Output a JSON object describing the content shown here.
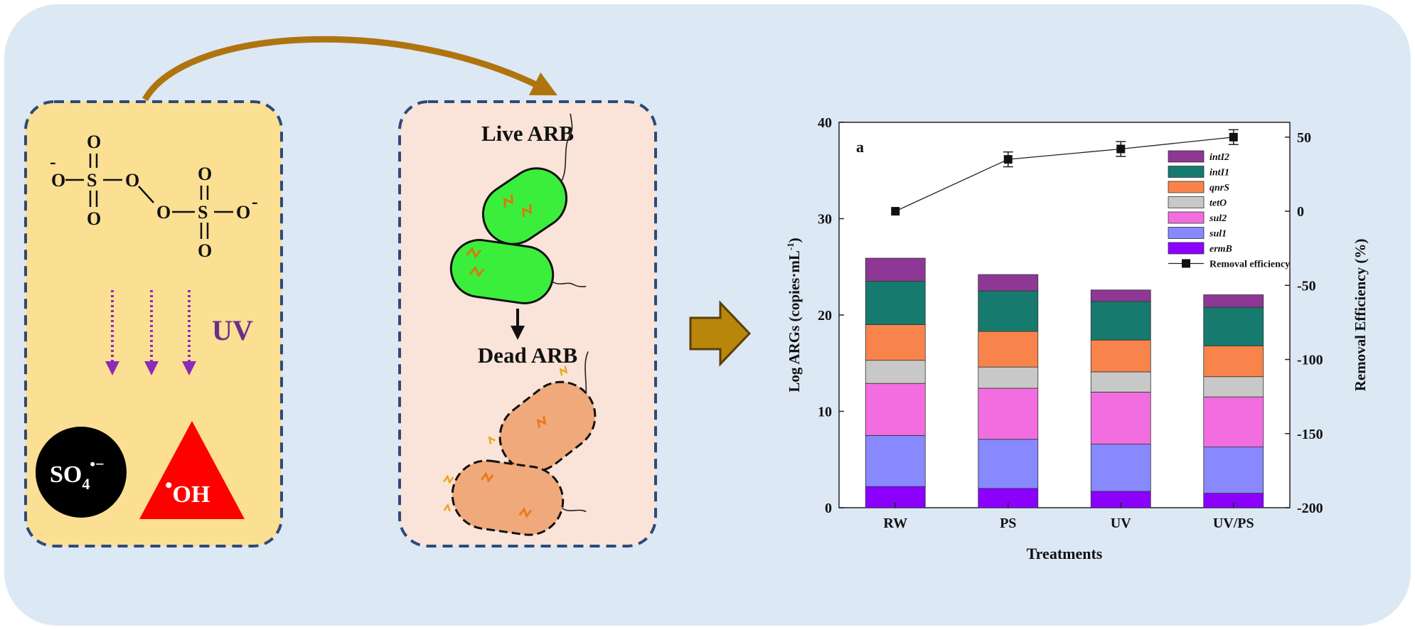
{
  "colors": {
    "background": "#dde8f5",
    "left_panel": "#fbdf93",
    "middle_panel": "#fae3d8",
    "dashed_border": "#2d4a7a",
    "process_arrow": "#b0740f",
    "uv_arrow": "#8d2bb6",
    "big_arrow": "#b8860b",
    "live_cell": "#3cee3c",
    "dead_cell": "#f0a97b",
    "dna_live": "#d77a0c",
    "dna_dead": "#e87a1c",
    "radical_circle": "#000000",
    "radical_triangle": "#ff0000"
  },
  "left_panel": {
    "persulfate": {
      "o_symbol": "O",
      "s_symbol": "S",
      "charge": "-"
    },
    "uv_label": "UV",
    "sulfate_radical": {
      "main": "SO",
      "subscript": "4",
      "superscript": "•−"
    },
    "hydroxyl_radical": {
      "dot": "•",
      "main": "OH"
    }
  },
  "middle_panel": {
    "live_label": "Live ARB",
    "dead_label": "Dead ARB"
  },
  "chart_data": {
    "type": "bar",
    "subtype": "stacked bar with line on secondary axis",
    "panel_label": "a",
    "categories": [
      "RW",
      "PS",
      "UV",
      "UV/PS"
    ],
    "xlabel": "Treatments",
    "ylabel": "Log ARGs (copies·mL",
    "ylabel_sup": "-1",
    "ylabel_close": ")",
    "y2label": "Removal Efficiency (%)",
    "ylim": [
      0,
      40
    ],
    "yticks": [
      "0",
      "10",
      "20",
      "30",
      "40"
    ],
    "y2lim": [
      -200,
      60
    ],
    "y2ticks": [
      "50",
      "0",
      "-50",
      "-100",
      "-150",
      "-200"
    ],
    "legend_placement": "upper-right",
    "series": [
      {
        "name": "ermB",
        "color": "#8b00ff",
        "values": [
          2.2,
          2.0,
          1.7,
          1.5
        ]
      },
      {
        "name": "sul1",
        "color": "#8888ff",
        "values": [
          5.3,
          5.1,
          4.9,
          4.8
        ]
      },
      {
        "name": "sul2",
        "color": "#f26ee0",
        "values": [
          5.4,
          5.3,
          5.4,
          5.2
        ]
      },
      {
        "name": "tetO",
        "color": "#c8c8c8",
        "values": [
          2.4,
          2.2,
          2.1,
          2.1
        ]
      },
      {
        "name": "qnrS",
        "color": "#f8844c",
        "values": [
          3.7,
          3.7,
          3.3,
          3.2
        ]
      },
      {
        "name": "intI1",
        "color": "#167a6e",
        "values": [
          4.5,
          4.2,
          4.0,
          4.0
        ]
      },
      {
        "name": "intI2",
        "color": "#8e3795",
        "values": [
          2.4,
          1.7,
          1.2,
          1.3
        ]
      }
    ],
    "line_series": {
      "name": "Removal efficiency",
      "values": [
        0,
        35,
        42,
        50
      ],
      "errors": [
        0,
        5,
        5,
        5
      ]
    }
  }
}
